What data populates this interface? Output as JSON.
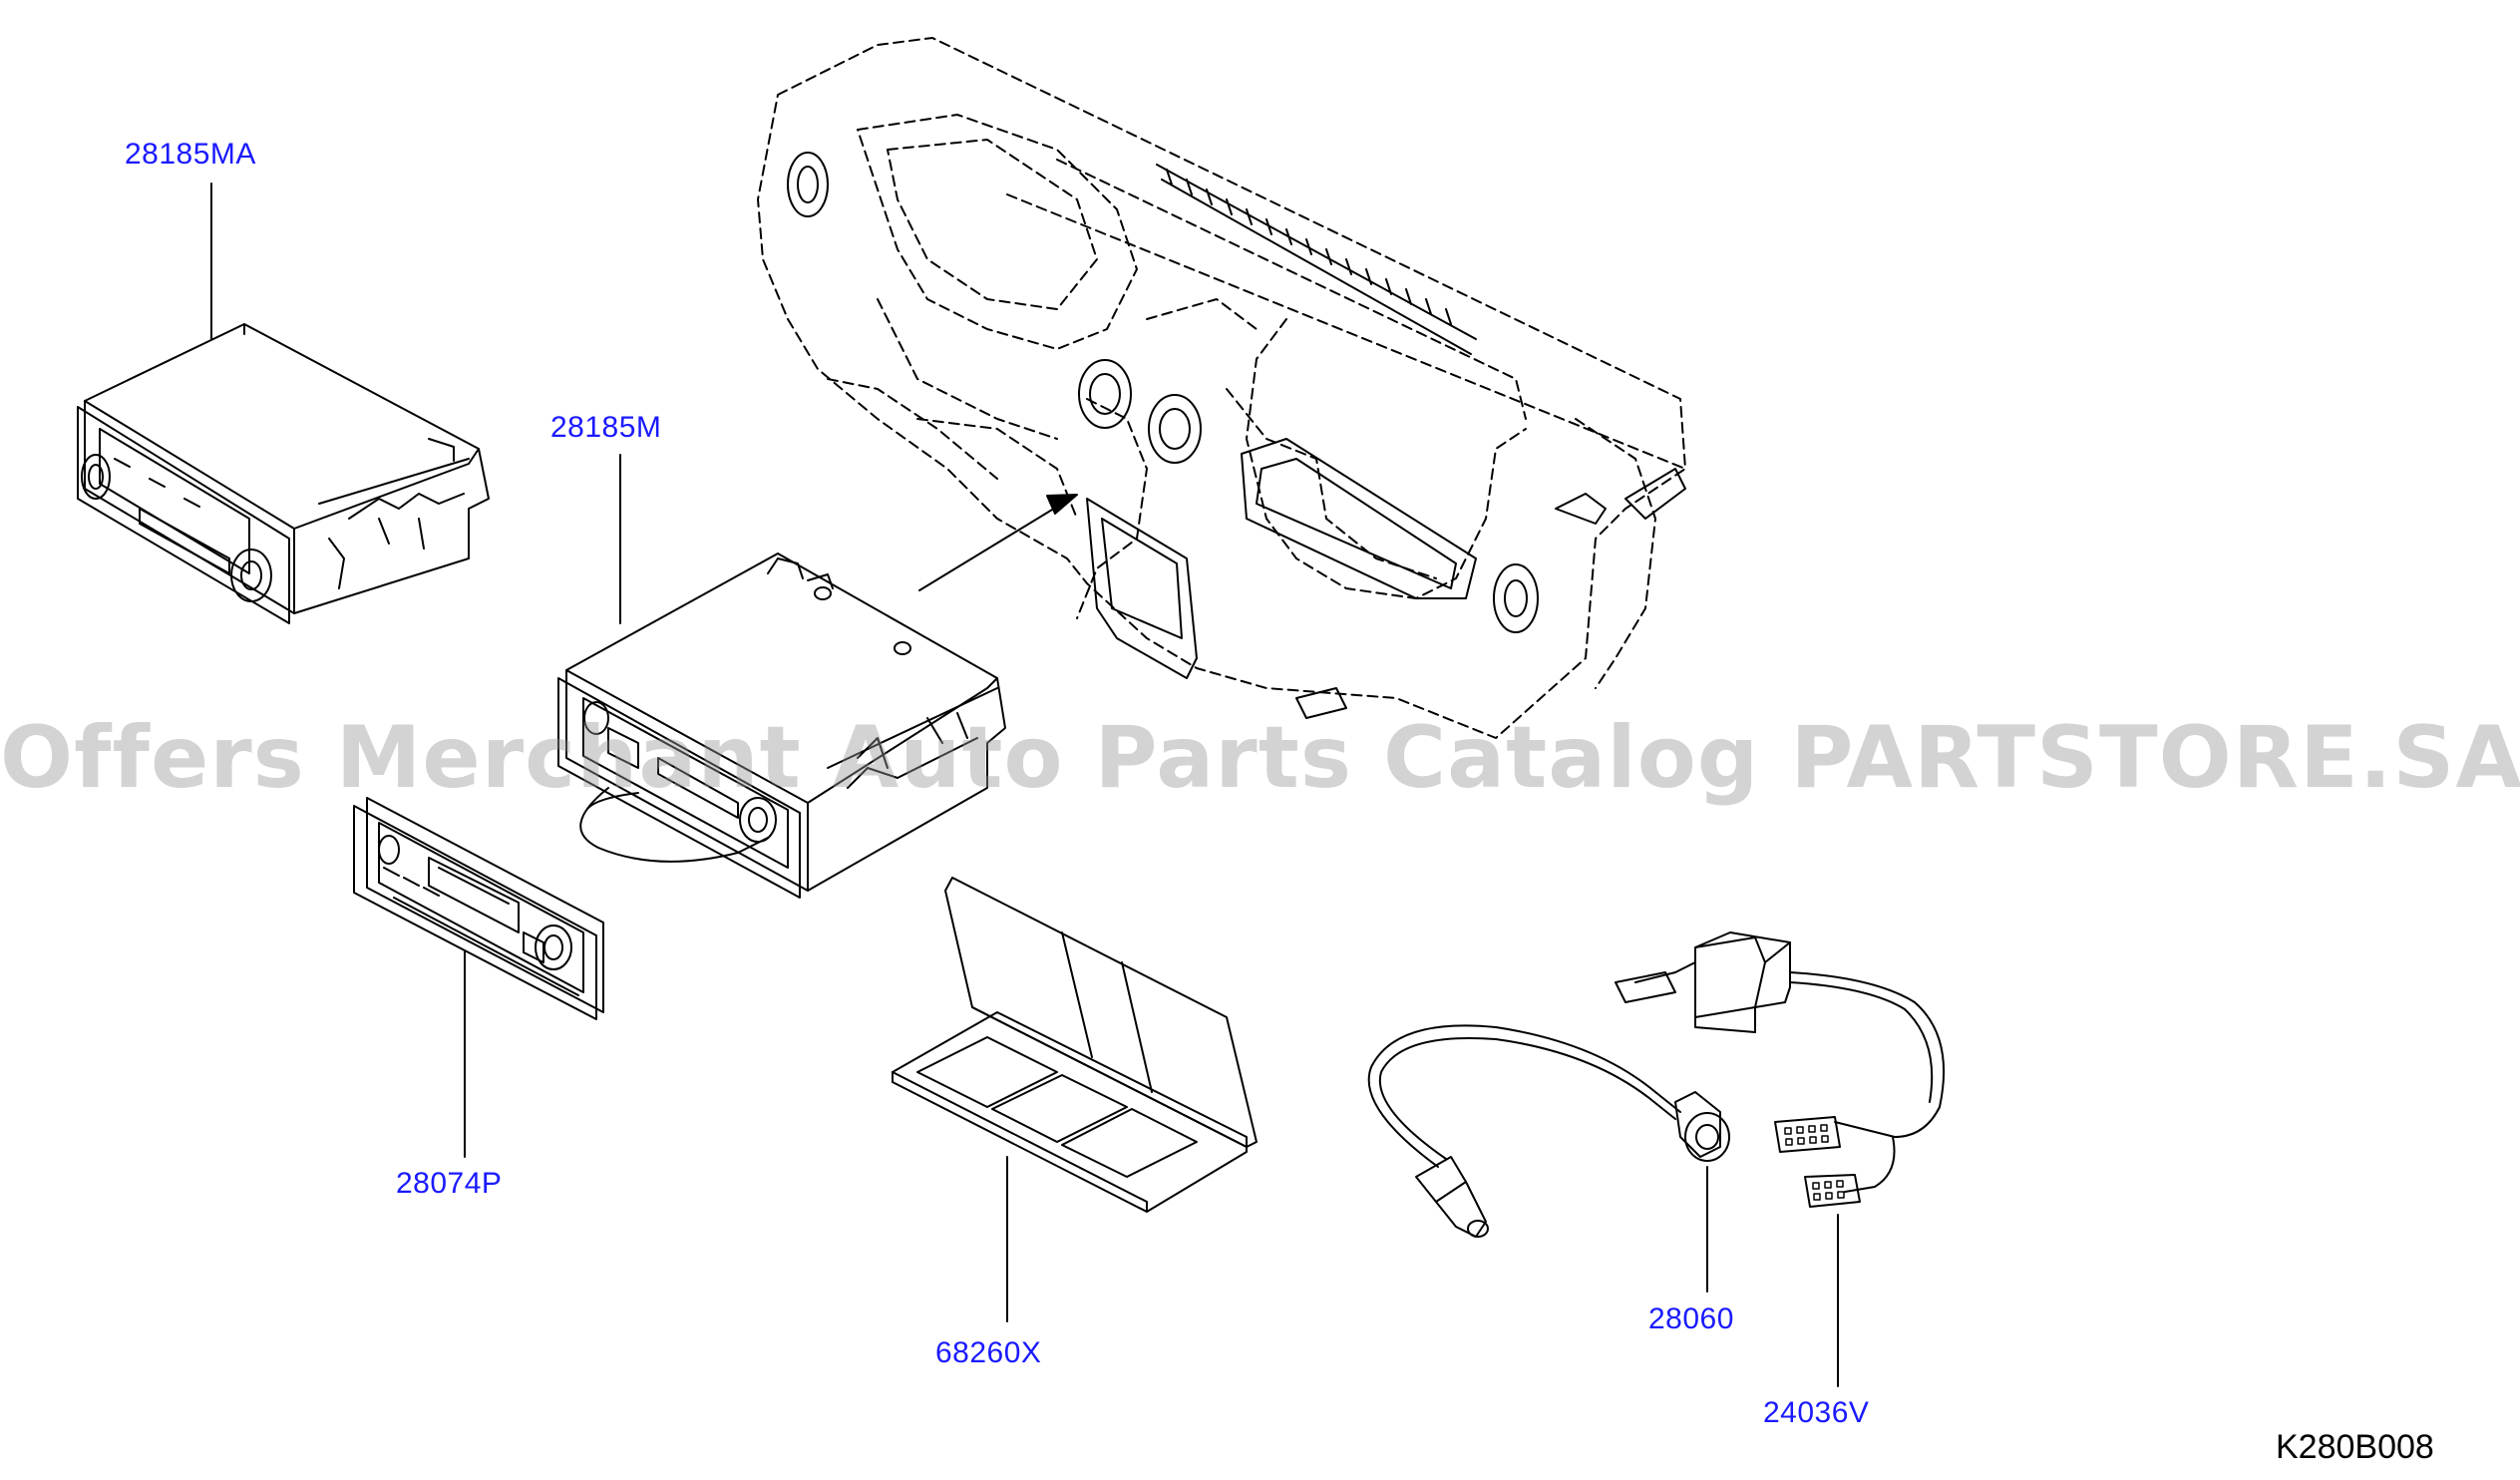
{
  "diagram": {
    "code": "K280B008",
    "watermark": "Offers Merchant Auto Parts Catalog PARTSTORE.SA",
    "callouts": {
      "p28185MA": "28185MA",
      "p28185M": "28185M",
      "p28074P": "28074P",
      "p68260X": "68260X",
      "p28060": "28060",
      "p24036V": "24036V"
    },
    "colors": {
      "callout": "#1a1aff",
      "line": "#000000",
      "watermark": "#969696"
    }
  }
}
